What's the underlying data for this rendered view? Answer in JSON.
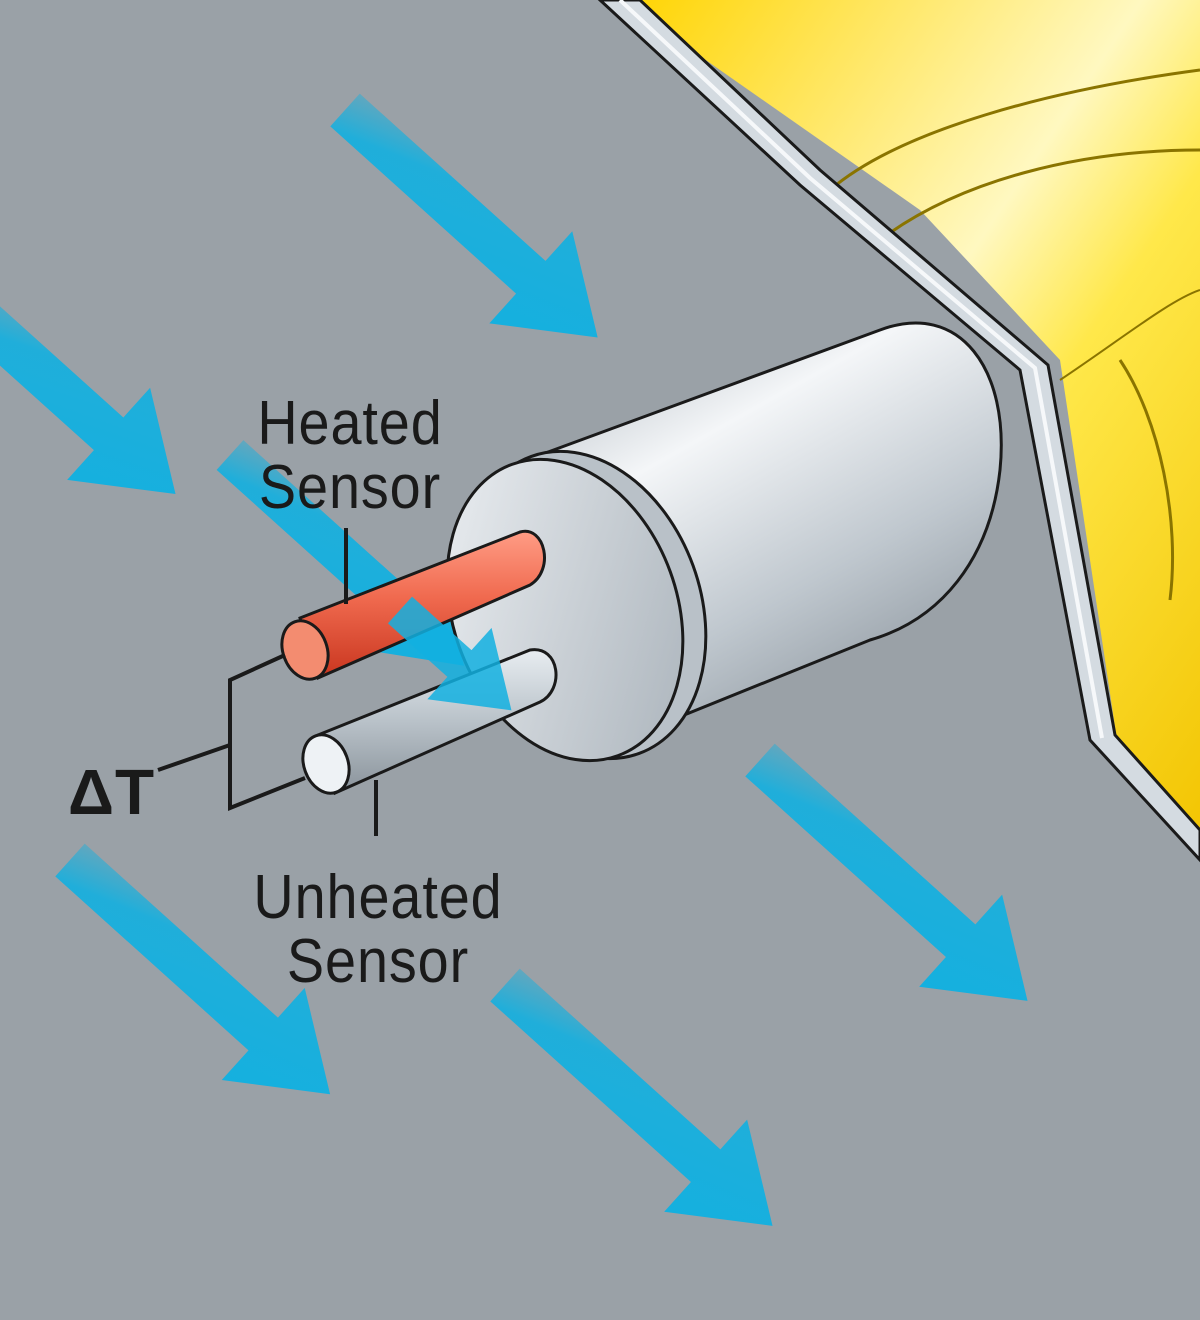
{
  "labels": {
    "heated_line1": "Heated",
    "heated_line2": "Sensor",
    "unheated_line1": "Unheated",
    "unheated_line2": "Sensor",
    "delta_t": "ΔT"
  },
  "colors": {
    "background": "#9aa1a7",
    "flow_arrow": "#12b0e0",
    "pipe_yellow": "#ffe000",
    "heated_sensor": "#ec5a3e",
    "probe_body": "#c9d0d6",
    "outline": "#1a1a1a"
  }
}
